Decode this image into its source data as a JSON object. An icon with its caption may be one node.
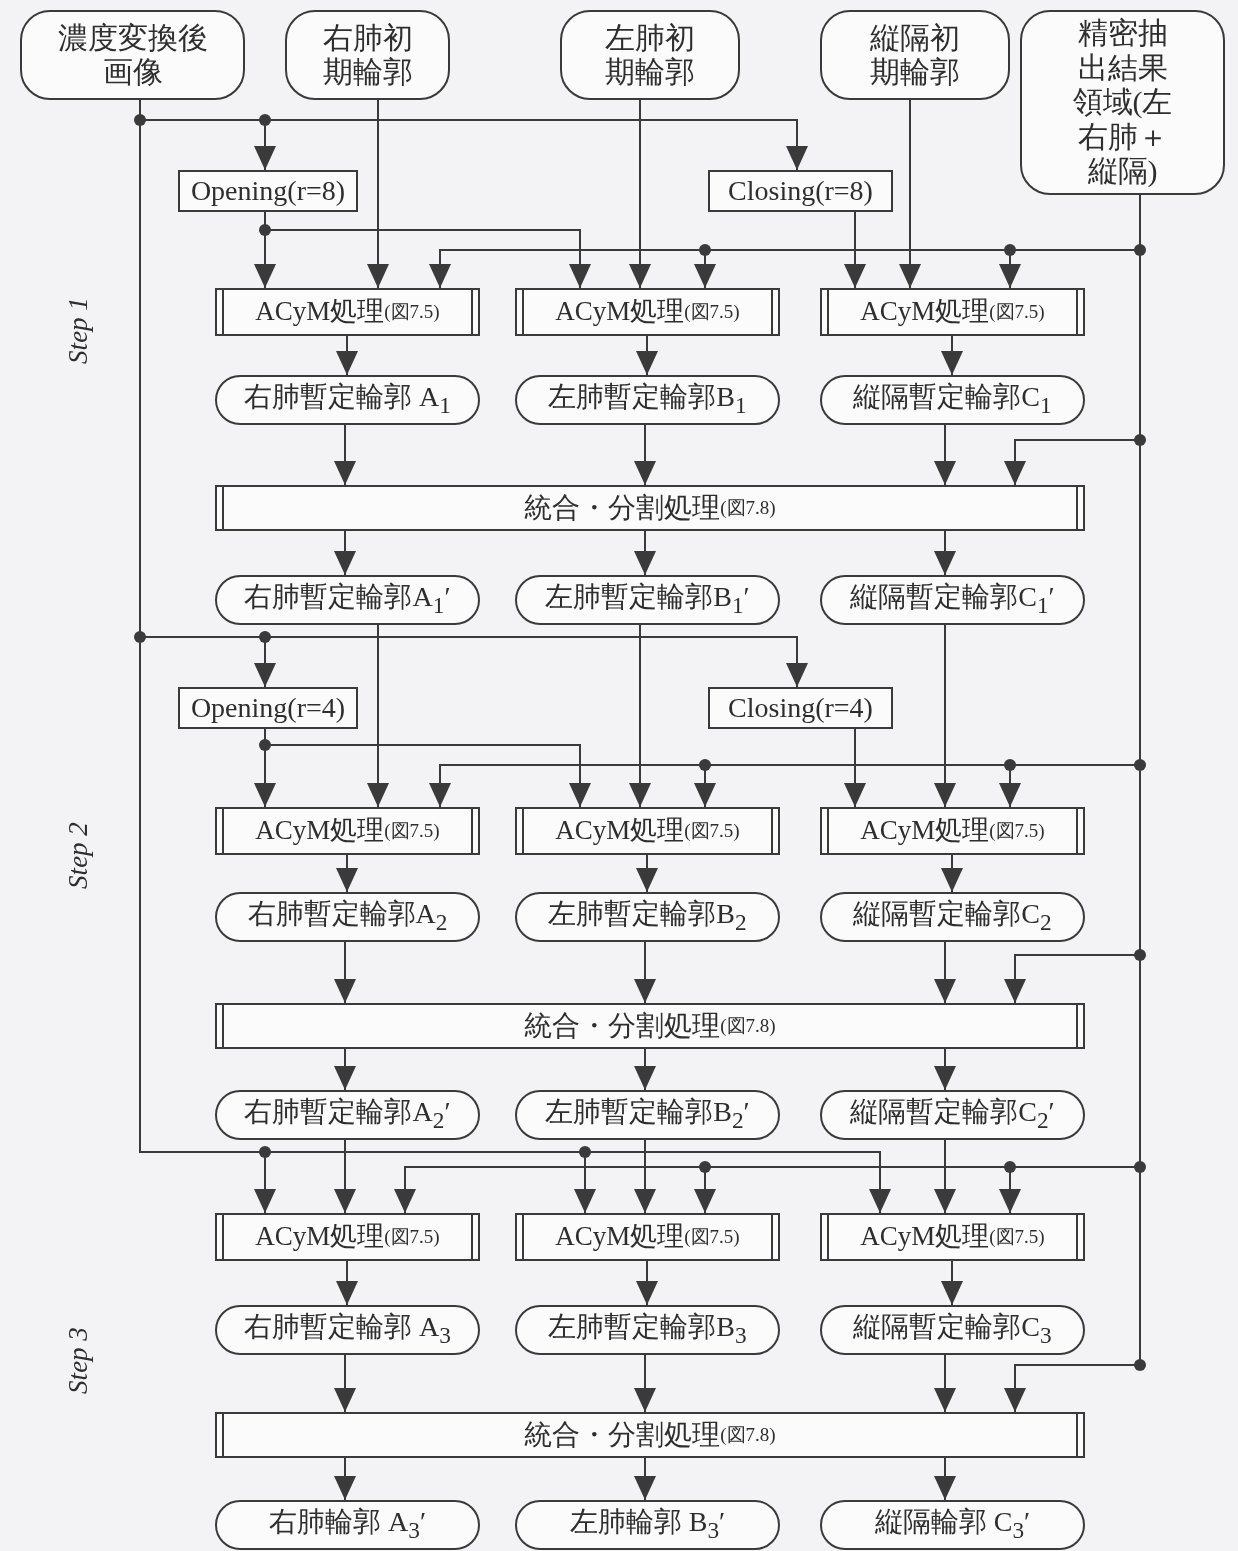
{
  "diagram": {
    "nodes": [
      {
        "text": [
          "濃度変換後画像"
        ]
      },
      {
        "text": [
          "右肺初期輪郭"
        ]
      },
      {
        "text": [
          "左肺初期輪郭"
        ]
      },
      {
        "text": [
          "縦隔初期輪郭"
        ]
      },
      {
        "text": [
          "精密抽出結果領域(左右肺＋縦隔)"
        ]
      },
      {
        "text": [
          "Opening(r=8)"
        ]
      },
      {
        "text": [
          "Closing(r=8)"
        ]
      },
      {
        "text": [
          "ACyM処理",
          "(図7.5)"
        ]
      },
      {
        "text": [
          "ACyM処理",
          "(図7.5)"
        ]
      },
      {
        "text": [
          "ACyM処理",
          "(図7.5)"
        ]
      },
      {
        "text": [
          "右肺暫定輪郭 A$_{1}$"
        ]
      },
      {
        "text": [
          "左肺暫定輪郭B$_{1}$"
        ]
      },
      {
        "text": [
          "縦隔暫定輪郭C$_{1}$"
        ]
      },
      {
        "text": [
          "統合・分割処理",
          "(図7.8)"
        ]
      },
      {
        "text": [
          "右肺暫定輪郭A$_{1}$′"
        ]
      },
      {
        "text": [
          "左肺暫定輪郭B$_{1}$′"
        ]
      },
      {
        "text": [
          "縦隔暫定輪郭C$_{1}$′"
        ]
      },
      {
        "text": [
          "Opening(r=4)"
        ]
      },
      {
        "text": [
          "Closing(r=4)"
        ]
      },
      {
        "text": [
          "ACyM処理",
          "(図7.5)"
        ]
      },
      {
        "text": [
          "ACyM処理",
          "(図7.5)"
        ]
      },
      {
        "text": [
          "ACyM処理",
          "(図7.5)"
        ]
      },
      {
        "text": [
          "右肺暫定輪郭A$_{2}$"
        ]
      },
      {
        "text": [
          "左肺暫定輪郭B$_{2}$"
        ]
      },
      {
        "text": [
          "縦隔暫定輪郭C$_{2}$"
        ]
      },
      {
        "text": [
          "統合・分割処理",
          "(図7.8)"
        ]
      },
      {
        "text": [
          "右肺暫定輪郭A$_{2}$′"
        ]
      },
      {
        "text": [
          "左肺暫定輪郭B$_{2}$′"
        ]
      },
      {
        "text": [
          "縦隔暫定輪郭C$_{2}$′"
        ]
      },
      {
        "text": [
          "ACyM処理",
          "(図7.5)"
        ]
      },
      {
        "text": [
          "ACyM処理",
          "(図7.5)"
        ]
      },
      {
        "text": [
          "ACyM処理",
          "(図7.5)"
        ]
      },
      {
        "text": [
          "右肺暫定輪郭 A$_{3}$"
        ]
      },
      {
        "text": [
          "左肺暫定輪郭B$_{3}$"
        ]
      },
      {
        "text": [
          "縦隔暫定輪郭C$_{3}$"
        ]
      },
      {
        "text": [
          "統合・分割処理",
          "(図7.8)"
        ]
      },
      {
        "text": [
          "右肺輪郭 A$_{3}$′"
        ]
      },
      {
        "text": [
          "左肺輪郭 B$_{3}$′"
        ]
      },
      {
        "text": [
          "縦隔輪郭 C$_{3}$′"
        ]
      }
    ],
    "edges": [
      {
        "from": 0,
        "to": 5,
        "arrow": "to"
      },
      {
        "from": 0,
        "to": 6,
        "arrow": "to"
      },
      {
        "from": 5,
        "to": 7,
        "arrow": "to"
      },
      {
        "from": 5,
        "to": 8,
        "arrow": "to"
      },
      {
        "from": 1,
        "to": 7,
        "arrow": "to"
      },
      {
        "from": 4,
        "to": 7,
        "arrow": "to"
      },
      {
        "from": 2,
        "to": 8,
        "arrow": "to"
      },
      {
        "from": 4,
        "to": 8,
        "arrow": "to"
      },
      {
        "from": 6,
        "to": 9,
        "arrow": "to"
      },
      {
        "from": 3,
        "to": 9,
        "arrow": "to"
      },
      {
        "from": 4,
        "to": 9,
        "arrow": "to"
      },
      {
        "from": 7,
        "to": 10,
        "arrow": "to"
      },
      {
        "from": 8,
        "to": 11,
        "arrow": "to"
      },
      {
        "from": 9,
        "to": 12,
        "arrow": "to"
      },
      {
        "from": 10,
        "to": 13,
        "arrow": "to"
      },
      {
        "from": 11,
        "to": 13,
        "arrow": "to"
      },
      {
        "from": 12,
        "to": 13,
        "arrow": "to"
      },
      {
        "from": 4,
        "to": 13,
        "arrow": "to"
      },
      {
        "from": 13,
        "to": 14,
        "arrow": "to"
      },
      {
        "from": 13,
        "to": 15,
        "arrow": "to"
      },
      {
        "from": 13,
        "to": 16,
        "arrow": "to"
      },
      {
        "from": 0,
        "to": 17,
        "arrow": "to"
      },
      {
        "from": 0,
        "to": 18,
        "arrow": "to"
      },
      {
        "from": 17,
        "to": 19,
        "arrow": "to"
      },
      {
        "from": 17,
        "to": 20,
        "arrow": "to"
      },
      {
        "from": 14,
        "to": 19,
        "arrow": "to"
      },
      {
        "from": 4,
        "to": 19,
        "arrow": "to"
      },
      {
        "from": 15,
        "to": 20,
        "arrow": "to"
      },
      {
        "from": 4,
        "to": 20,
        "arrow": "to"
      },
      {
        "from": 18,
        "to": 21,
        "arrow": "to"
      },
      {
        "from": 16,
        "to": 21,
        "arrow": "to"
      },
      {
        "from": 4,
        "to": 21,
        "arrow": "to"
      },
      {
        "from": 19,
        "to": 22,
        "arrow": "to"
      },
      {
        "from": 20,
        "to": 23,
        "arrow": "to"
      },
      {
        "from": 21,
        "to": 24,
        "arrow": "to"
      },
      {
        "from": 22,
        "to": 25,
        "arrow": "to"
      },
      {
        "from": 23,
        "to": 25,
        "arrow": "to"
      },
      {
        "from": 24,
        "to": 25,
        "arrow": "to"
      },
      {
        "from": 4,
        "to": 25,
        "arrow": "to"
      },
      {
        "from": 25,
        "to": 26,
        "arrow": "to"
      },
      {
        "from": 25,
        "to": 27,
        "arrow": "to"
      },
      {
        "from": 25,
        "to": 28,
        "arrow": "to"
      },
      {
        "from": 0,
        "to": 29,
        "arrow": "to"
      },
      {
        "from": 0,
        "to": 30,
        "arrow": "to"
      },
      {
        "from": 0,
        "to": 31,
        "arrow": "to"
      },
      {
        "from": 26,
        "to": 29,
        "arrow": "to"
      },
      {
        "from": 4,
        "to": 29,
        "arrow": "to"
      },
      {
        "from": 27,
        "to": 30,
        "arrow": "to"
      },
      {
        "from": 4,
        "to": 30,
        "arrow": "to"
      },
      {
        "from": 28,
        "to": 31,
        "arrow": "to"
      },
      {
        "from": 4,
        "to": 31,
        "arrow": "to"
      },
      {
        "from": 29,
        "to": 32,
        "arrow": "to"
      },
      {
        "from": 30,
        "to": 33,
        "arrow": "to"
      },
      {
        "from": 31,
        "to": 34,
        "arrow": "to"
      },
      {
        "from": 32,
        "to": 35,
        "arrow": "to"
      },
      {
        "from": 33,
        "to": 35,
        "arrow": "to"
      },
      {
        "from": 34,
        "to": 35,
        "arrow": "to"
      },
      {
        "from": 4,
        "to": 35,
        "arrow": "to"
      },
      {
        "from": 35,
        "to": 36,
        "arrow": "to"
      },
      {
        "from": 35,
        "to": 37,
        "arrow": "to"
      },
      {
        "from": 35,
        "to": 38,
        "arrow": "to"
      }
    ],
    "labels": [
      "Step 1",
      "Step 2",
      "Step 3"
    ]
  }
}
